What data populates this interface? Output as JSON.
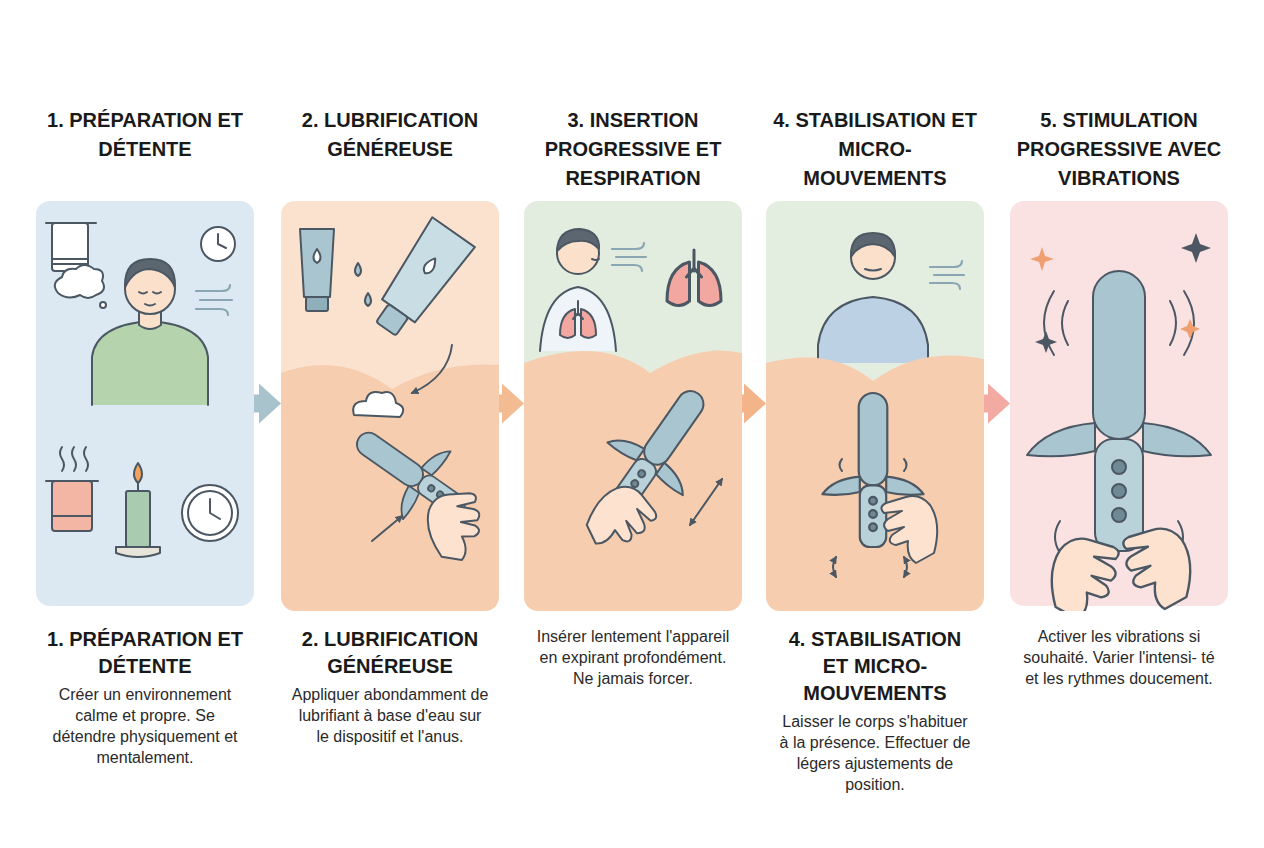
{
  "diagram": {
    "nodes": [
      {
        "text": [
          "1. PRÉPARATION ET DÉTENTE",
          "1. PRÉPARATION ET DÉTENTE",
          "Créer un environnement calme et propre. Se détendre physiquement et mentalement."
        ]
      },
      {
        "text": [
          "2. LUBRIFICATION GÉNÉREUSE",
          "2. LUBRIFICATION GÉNÉREUSE",
          "Appliquer abondamment de lubrifiant à base d'eau sur le dispositif et l'anus."
        ]
      },
      {
        "text": [
          "3. INSERTION PROGRESSIVE ET RESPIRATION",
          "Insérer lentement l'appareil en expirant profondément. Ne jamais forcer."
        ]
      },
      {
        "text": [
          "4. STABILISATION ET MICRO- MOUVEMENTS",
          "4. STABILISATION ET MICRO- MOUVEMENTS",
          "Laisser le corps s'habituer à la présence. Effectuer de légers ajustements de position."
        ]
      },
      {
        "text": [
          "5. STIMULATION PROGRESSIVE AVEC VIBRATIONS",
          "Activer les vibrations si souhaité. Varier l'intensi- té et les rythmes doucement."
        ]
      }
    ],
    "edges": [
      {
        "from": 0,
        "to": 1,
        "arrow": "to"
      },
      {
        "from": 1,
        "to": 2,
        "arrow": "to"
      },
      {
        "from": 2,
        "to": 3,
        "arrow": "to"
      },
      {
        "from": 3,
        "to": 4,
        "arrow": "to"
      }
    ]
  }
}
